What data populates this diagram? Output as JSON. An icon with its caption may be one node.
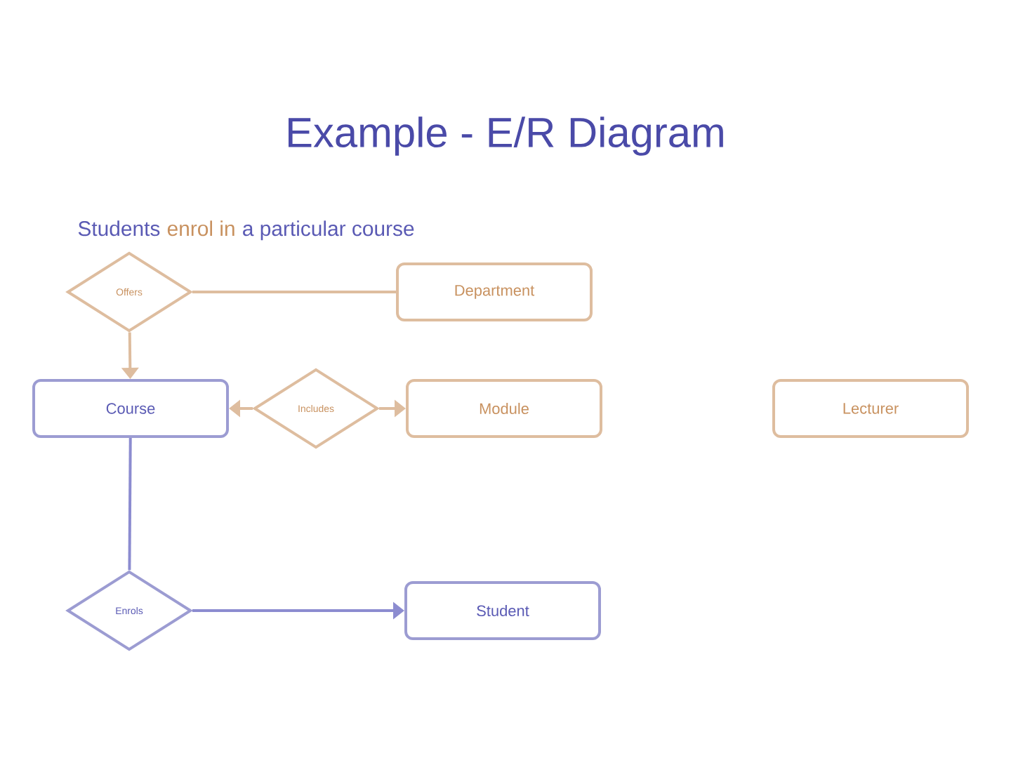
{
  "diagram": {
    "title": "Example - E/R Diagram",
    "nodes": [
      {
        "text": [
          "Offers"
        ]
      },
      {
        "text": [
          "Department"
        ]
      },
      {
        "text": [
          "Course"
        ]
      },
      {
        "text": [
          "Includes"
        ]
      },
      {
        "text": [
          "Module"
        ]
      },
      {
        "text": [
          "Lecturer"
        ]
      },
      {
        "text": [
          "Enrols"
        ]
      },
      {
        "text": [
          "Student"
        ]
      }
    ],
    "edges": [
      {
        "from": 0,
        "to": 1,
        "arrow": "none"
      },
      {
        "from": 0,
        "to": 2,
        "arrow": "to"
      },
      {
        "from": 3,
        "to": 2,
        "arrow": "to"
      },
      {
        "from": 3,
        "to": 4,
        "arrow": "to"
      },
      {
        "from": 2,
        "to": 6,
        "arrow": "none",
        "color": "#8c8cd0"
      },
      {
        "from": 6,
        "to": 7,
        "arrow": "to",
        "color": "#8c8cd0"
      }
    ],
    "labels": [
      "Students",
      "enrol in",
      "a particular course"
    ]
  }
}
